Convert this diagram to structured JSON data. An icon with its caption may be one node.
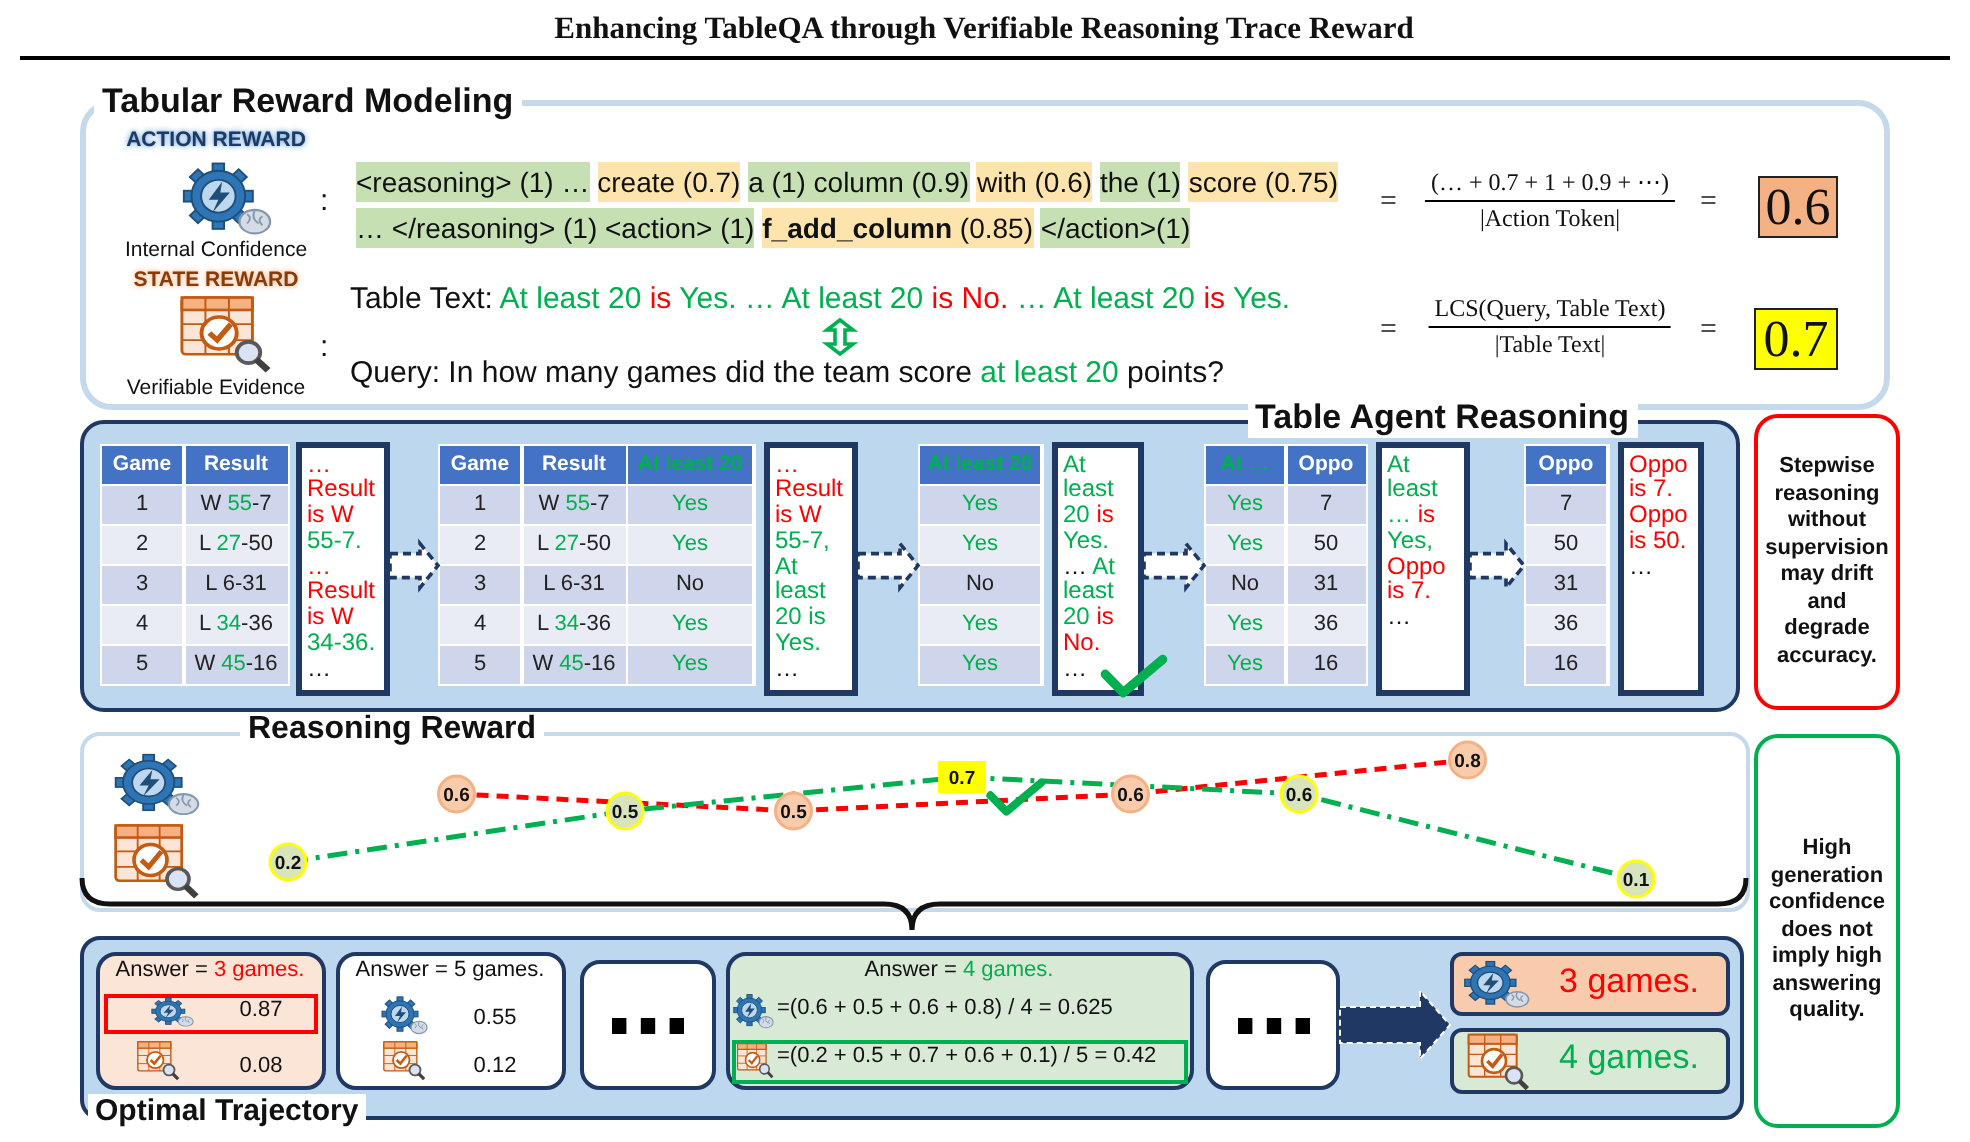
{
  "diagram": {
    "title": "Enhancing TableQA through Verifiable Reasoning Trace Reward",
    "nodes": [
      {
        "text": [
          "Tabular Reward Modeling"
        ]
      },
      {
        "text": [
          "0.6"
        ],
        "in": 0
      },
      {
        "text": [
          "Table Text: At least 20 is Yes. … At least 20 is No. … At least 20 is Yes."
        ],
        "in": 0
      },
      {
        "text": [
          "Query: In how many games did the team score at least 20 points?"
        ],
        "in": 0
      },
      {
        "text": [
          "0.7"
        ],
        "in": 0
      },
      {
        "text": [
          "Table Agent Reasoning"
        ]
      },
      {
        "text": [
          "Game",
          "Result",
          "1",
          "W 55-7",
          "2",
          "L 27-50",
          "3",
          "L 6-31",
          "4",
          "L 34-36",
          "5",
          "W 45-16"
        ],
        "in": 5
      },
      {
        "text": [
          "… Result is W 55-7. … Result is W 34-36. …"
        ],
        "in": 5
      },
      {
        "text": [
          "Game",
          "Result",
          "At least 20",
          "1",
          "W 55-7",
          "Yes",
          "2",
          "L 27-50",
          "Yes",
          "3",
          "L 6-31",
          "No",
          "4",
          "L 34-36",
          "Yes",
          "5",
          "W 45-16",
          "Yes"
        ],
        "in": 5
      },
      {
        "text": [
          "… Result is W 55-7, At least 20 is Yes. …"
        ],
        "in": 5
      },
      {
        "text": [
          "At least 20",
          "Yes",
          "Yes",
          "No",
          "Yes",
          "Yes"
        ],
        "in": 5
      },
      {
        "text": [
          "At least 20 is Yes. … At least 20 is No. …"
        ],
        "in": 5
      },
      {
        "text": [
          "At …",
          "Oppo",
          "Yes",
          "7",
          "Yes",
          "50",
          "No",
          "31",
          "Yes",
          "36",
          "Yes",
          "16"
        ],
        "in": 5
      },
      {
        "text": [
          "At least … is Yes, Oppo is 7. …"
        ],
        "in": 5
      },
      {
        "text": [
          "Oppo",
          "7",
          "50",
          "31",
          "36",
          "16"
        ],
        "in": 5
      },
      {
        "text": [
          "Oppo is 7. Oppo is 50. …"
        ],
        "in": 5
      },
      {
        "text": [
          "Stepwise reasoning without supervision may drift and degrade accuracy."
        ]
      },
      {
        "text": [
          "Reasoning Reward"
        ]
      },
      {
        "text": [
          "High generation confidence does not imply high answering quality."
        ]
      },
      {
        "text": [
          "Optimal Trajectory"
        ]
      },
      {
        "text": [
          "Answer = 3 games.",
          "0.08"
        ],
        "in": 19
      },
      {
        "text": [
          "0.87"
        ],
        "in": 20
      },
      {
        "text": [
          "Answer = 5 games.",
          "0.55",
          "0.12"
        ],
        "in": 19
      },
      {
        "text": [],
        "shape": "box",
        "in": 19
      },
      {
        "text": [
          "Answer = 4 games.",
          "=(0.6 + 0.5 + 0.6 + 0.8) / 4 = 0.625"
        ],
        "in": 19
      },
      {
        "text": [
          "=(0.2 + 0.5 + 0.7 + 0.6 + 0.1) / 5 = 0.42"
        ],
        "in": 24
      },
      {
        "text": [],
        "shape": "box",
        "in": 19
      },
      {
        "text": [
          "3 games."
        ],
        "in": 19
      },
      {
        "text": [
          "4 games."
        ],
        "in": 19
      }
    ],
    "edges": [
      {
        "from": 2,
        "to": 3,
        "arrow": "both",
        "color": "#00b050"
      },
      {
        "from": 7,
        "to": 8,
        "arrow": "to",
        "style": "dashed"
      },
      {
        "from": 9,
        "to": 10,
        "arrow": "to",
        "style": "dashed"
      },
      {
        "from": 11,
        "to": 12,
        "arrow": "to",
        "style": "dashed"
      },
      {
        "from": 13,
        "to": 14,
        "arrow": "to",
        "style": "dashed"
      },
      {
        "from": 26,
        "to": 27,
        "arrow": "to"
      },
      {
        "from": 26,
        "to": 28,
        "arrow": "to"
      }
    ],
    "labels": [
      "ACTION REWARD",
      "Internal Confidence",
      ":",
      "<reasoning> (1) … create (0.7) a (1) column (0.9) with (0.6) the (1) score (0.75) … </reasoning> (1) <action> (1) **f_add_column** (0.85) </action>(1)",
      "=",
      "(… + 0.7 + 1 + 0.9 + ⋯)",
      "|Action Token|",
      "=",
      "STATE REWARD",
      "Verifiable Evidence",
      ":",
      "=",
      "LCS(Query, Table Text)",
      "|Table Text|",
      "="
    ],
    "chart_data": {
      "type": "line",
      "categories": [
        null,
        null,
        null,
        null,
        null,
        null,
        null,
        null,
        null
      ],
      "series": [
        {
          "color": "#ff0000",
          "line_style": "dashed",
          "marker": "circle",
          "values": [
            null,
            0.6,
            null,
            0.5,
            null,
            0.6,
            null,
            0.8,
            null
          ]
        },
        {
          "color": "#00b050",
          "line_style": "dashdot",
          "marker": "circle",
          "values": [
            0.2,
            null,
            0.5,
            null,
            0.7,
            null,
            0.6,
            null,
            0.1
          ]
        }
      ],
      "data_labels": true
    }
  }
}
